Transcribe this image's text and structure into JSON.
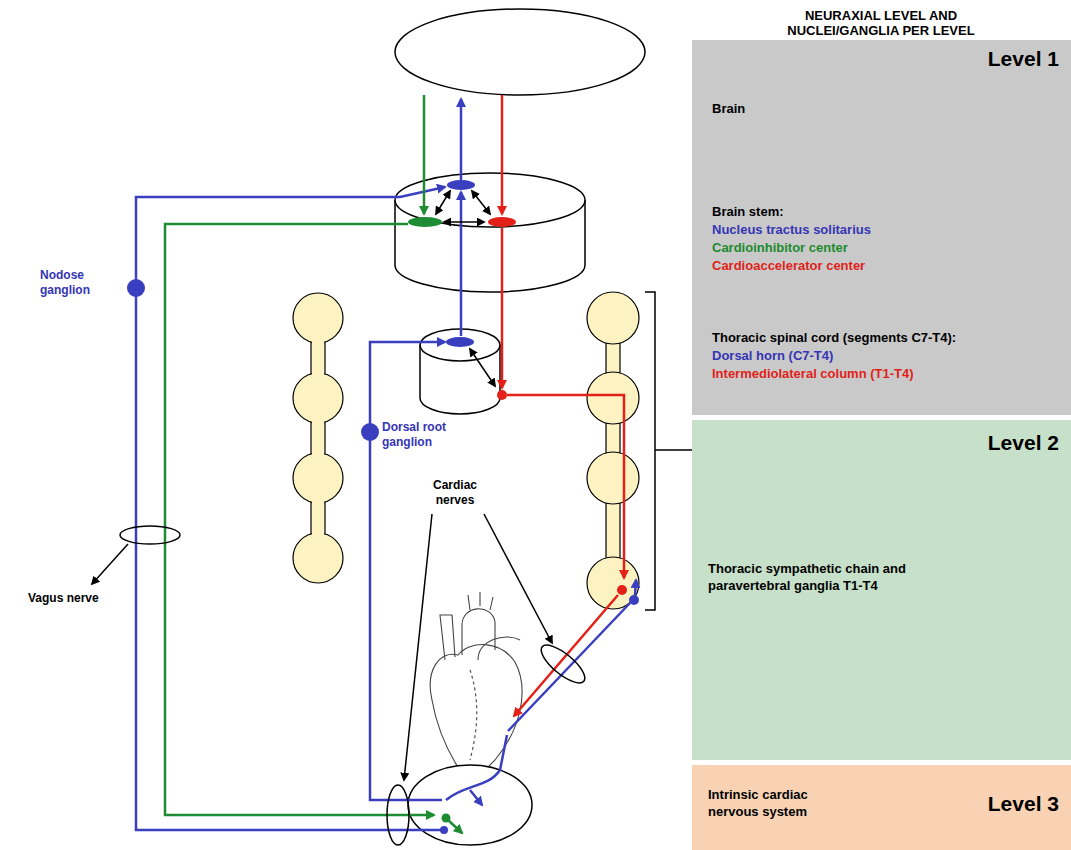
{
  "diagram": {
    "title": "NEURAXIAL LEVEL AND NUCLEI/GANGLIA PER LEVEL",
    "nodes": [
      {
        "text": [
          "Level 1",
          "Brain",
          "Brain stem:",
          "Nucleus tractus solitarius",
          "Cardioinhibitor center",
          "Cardioaccelerator center",
          "Thoracic spinal cord (segments C7-T4):",
          "Dorsal horn (C7-T4)",
          "Intermediolateral column (T1-T4)"
        ]
      },
      {
        "text": [
          "Level 2",
          "Thoracic sympathetic chain and paravertebral ganglia T1-T4"
        ]
      },
      {
        "text": [
          "Level 3",
          "Intrinsic cardiac nervous system"
        ]
      }
    ],
    "labels": [
      "Nodose ganglion",
      "Dorsal root ganglion",
      "Vagus nerve",
      "Cardiac nerves"
    ]
  }
}
